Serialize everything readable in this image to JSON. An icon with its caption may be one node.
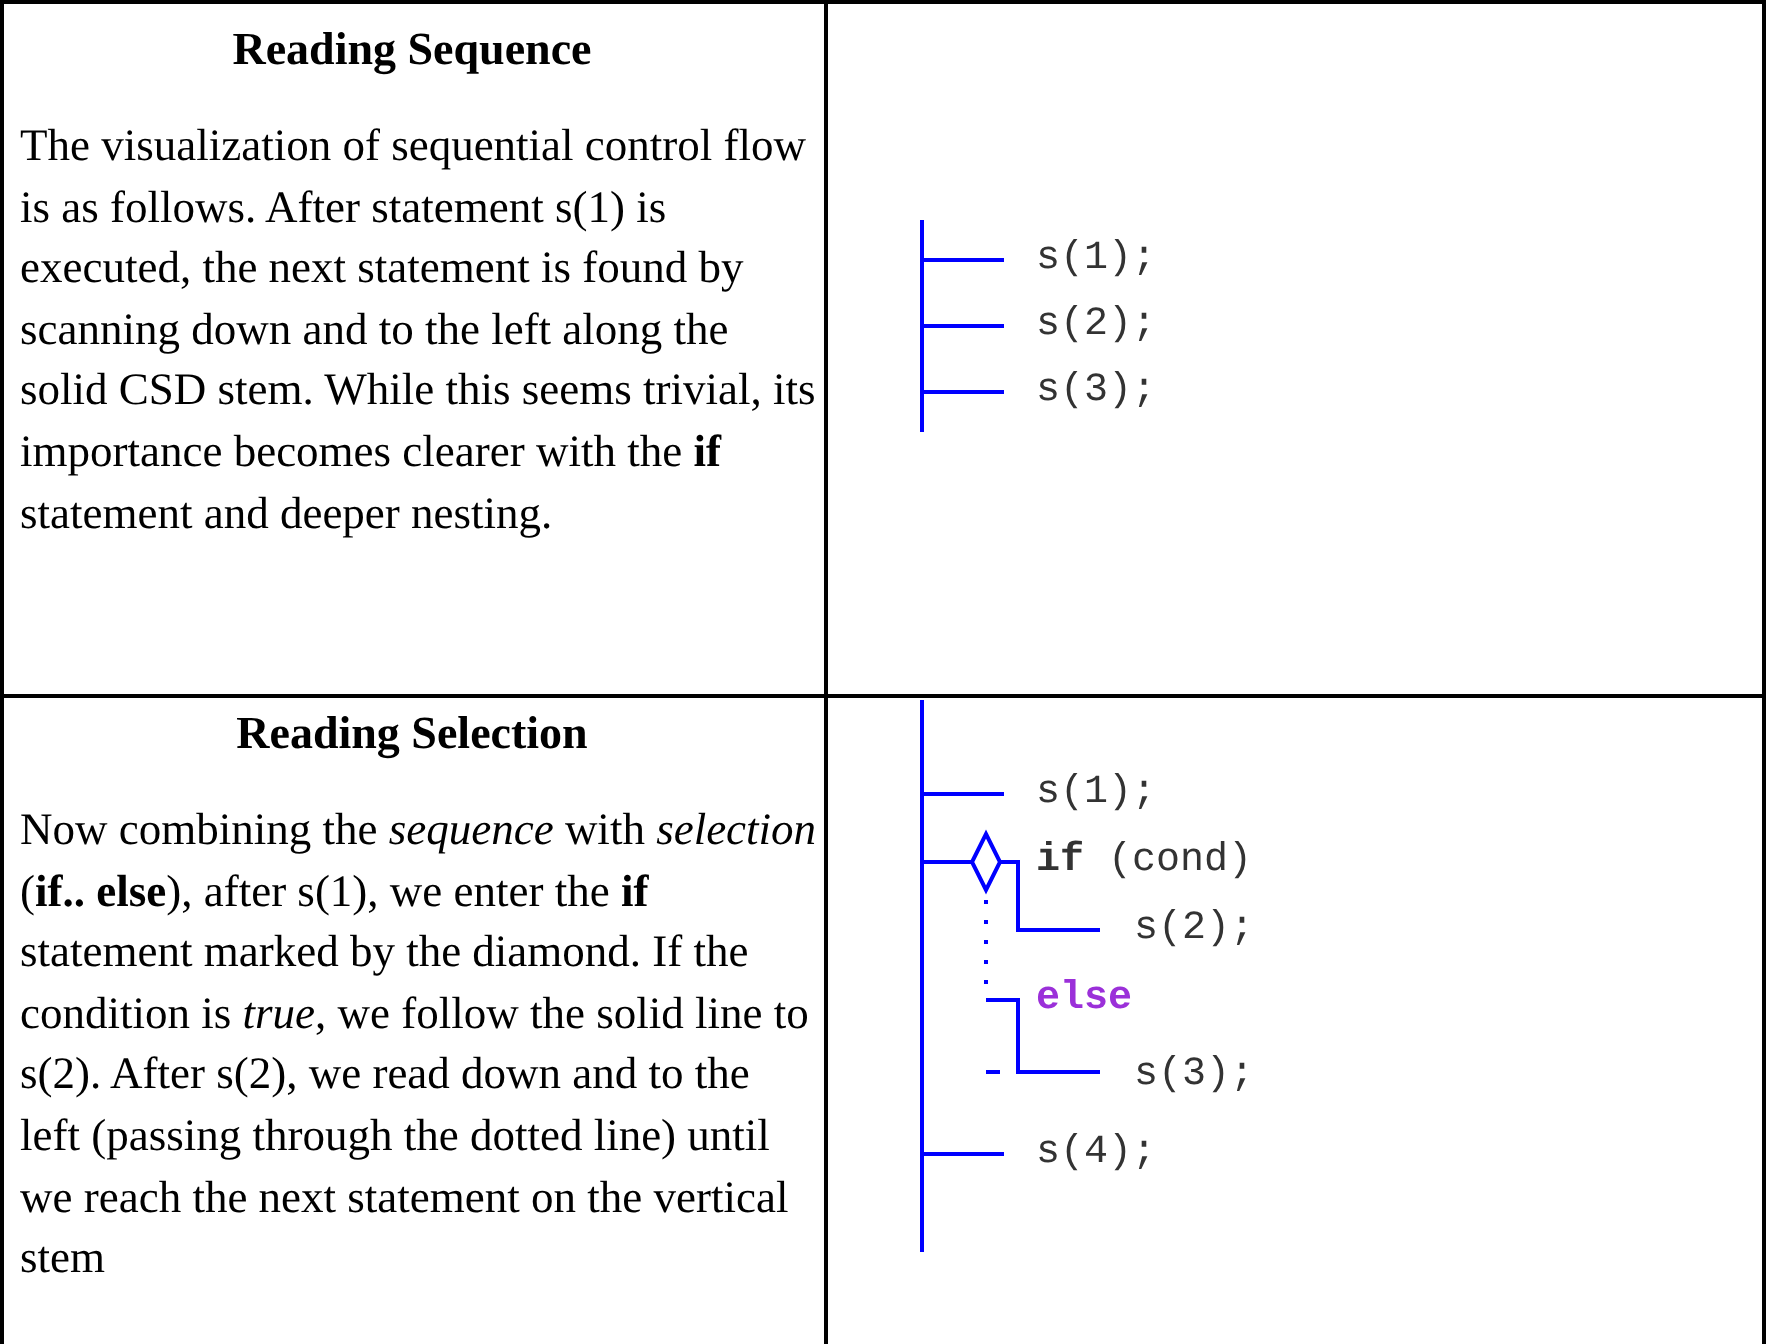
{
  "diagram": {
    "labels": [
      "Reading Sequence",
      "The visualization of sequential control flow is as follows.  After statement s(1) is executed, the next statement is found by scanning down and to the left along the solid CSD stem.  While this seems trivial, its importance becomes clearer with the **if** statement and deeper nesting.",
      "s(1);",
      "s(2);",
      "s(3);",
      "Reading Selection",
      "Now combining the *sequence* with *selection* (**if.. else**), after s(1), we enter the **if** statement marked by the diamond.  If the condition is *true*, we follow the solid line to s(2).  After s(2), we read down and to the left (passing through the dotted line) until we reach the next statement on the vertical stem",
      "s(1);",
      "**if** (cond)",
      "s(2);",
      "else",
      "s(3);",
      "s(4);"
    ]
  }
}
